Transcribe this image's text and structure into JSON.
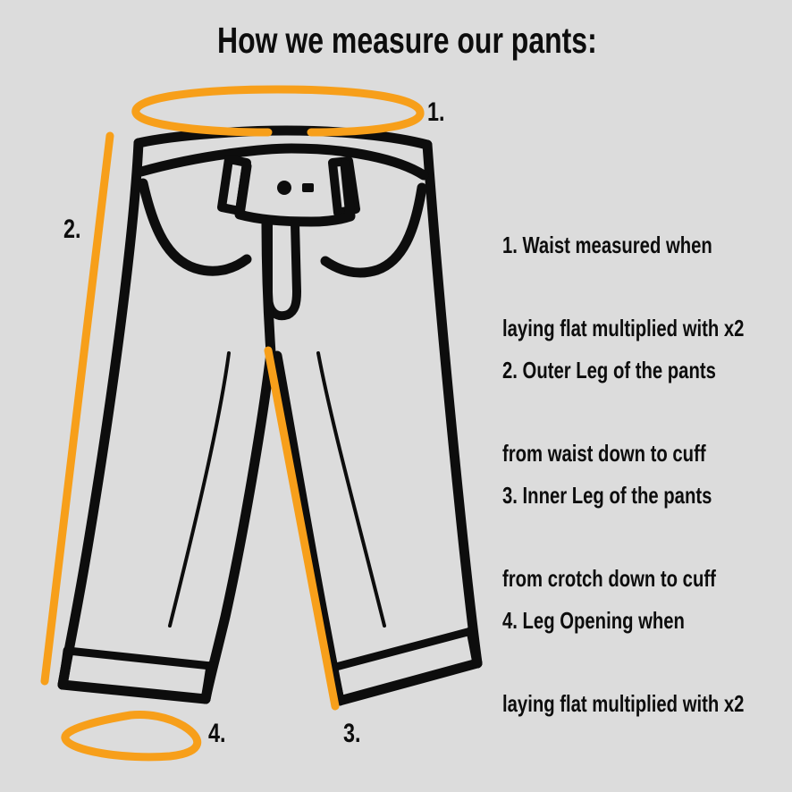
{
  "page": {
    "title": "How we measure our pants:",
    "background_color": "#dcdcdc",
    "ink_color": "#0d0d0d",
    "accent_color": "#f79f1a"
  },
  "callouts": [
    {
      "id": "waist",
      "marker": "1.",
      "line1": "1. Waist measured when",
      "line2": "laying flat multiplied with x2"
    },
    {
      "id": "outer-leg",
      "marker": "2.",
      "line1": "2. Outer Leg of the pants",
      "line2": "from waist down to cuff"
    },
    {
      "id": "inner-leg",
      "marker": "3.",
      "line1": "3. Inner Leg of the pants",
      "line2": "from crotch down to cuff"
    },
    {
      "id": "leg-opening",
      "marker": "4.",
      "line1": "4. Leg Opening when",
      "line2": "laying flat multiplied with x2"
    }
  ],
  "markers": {
    "waist": "1.",
    "outer_leg": "2.",
    "inner_leg": "3.",
    "leg_opening": "4."
  },
  "illustration": {
    "subject": "pants-line-drawing",
    "measurement_guides": [
      "waist-ellipse",
      "outer-leg-line",
      "inner-leg-line",
      "leg-opening-ellipse"
    ]
  }
}
